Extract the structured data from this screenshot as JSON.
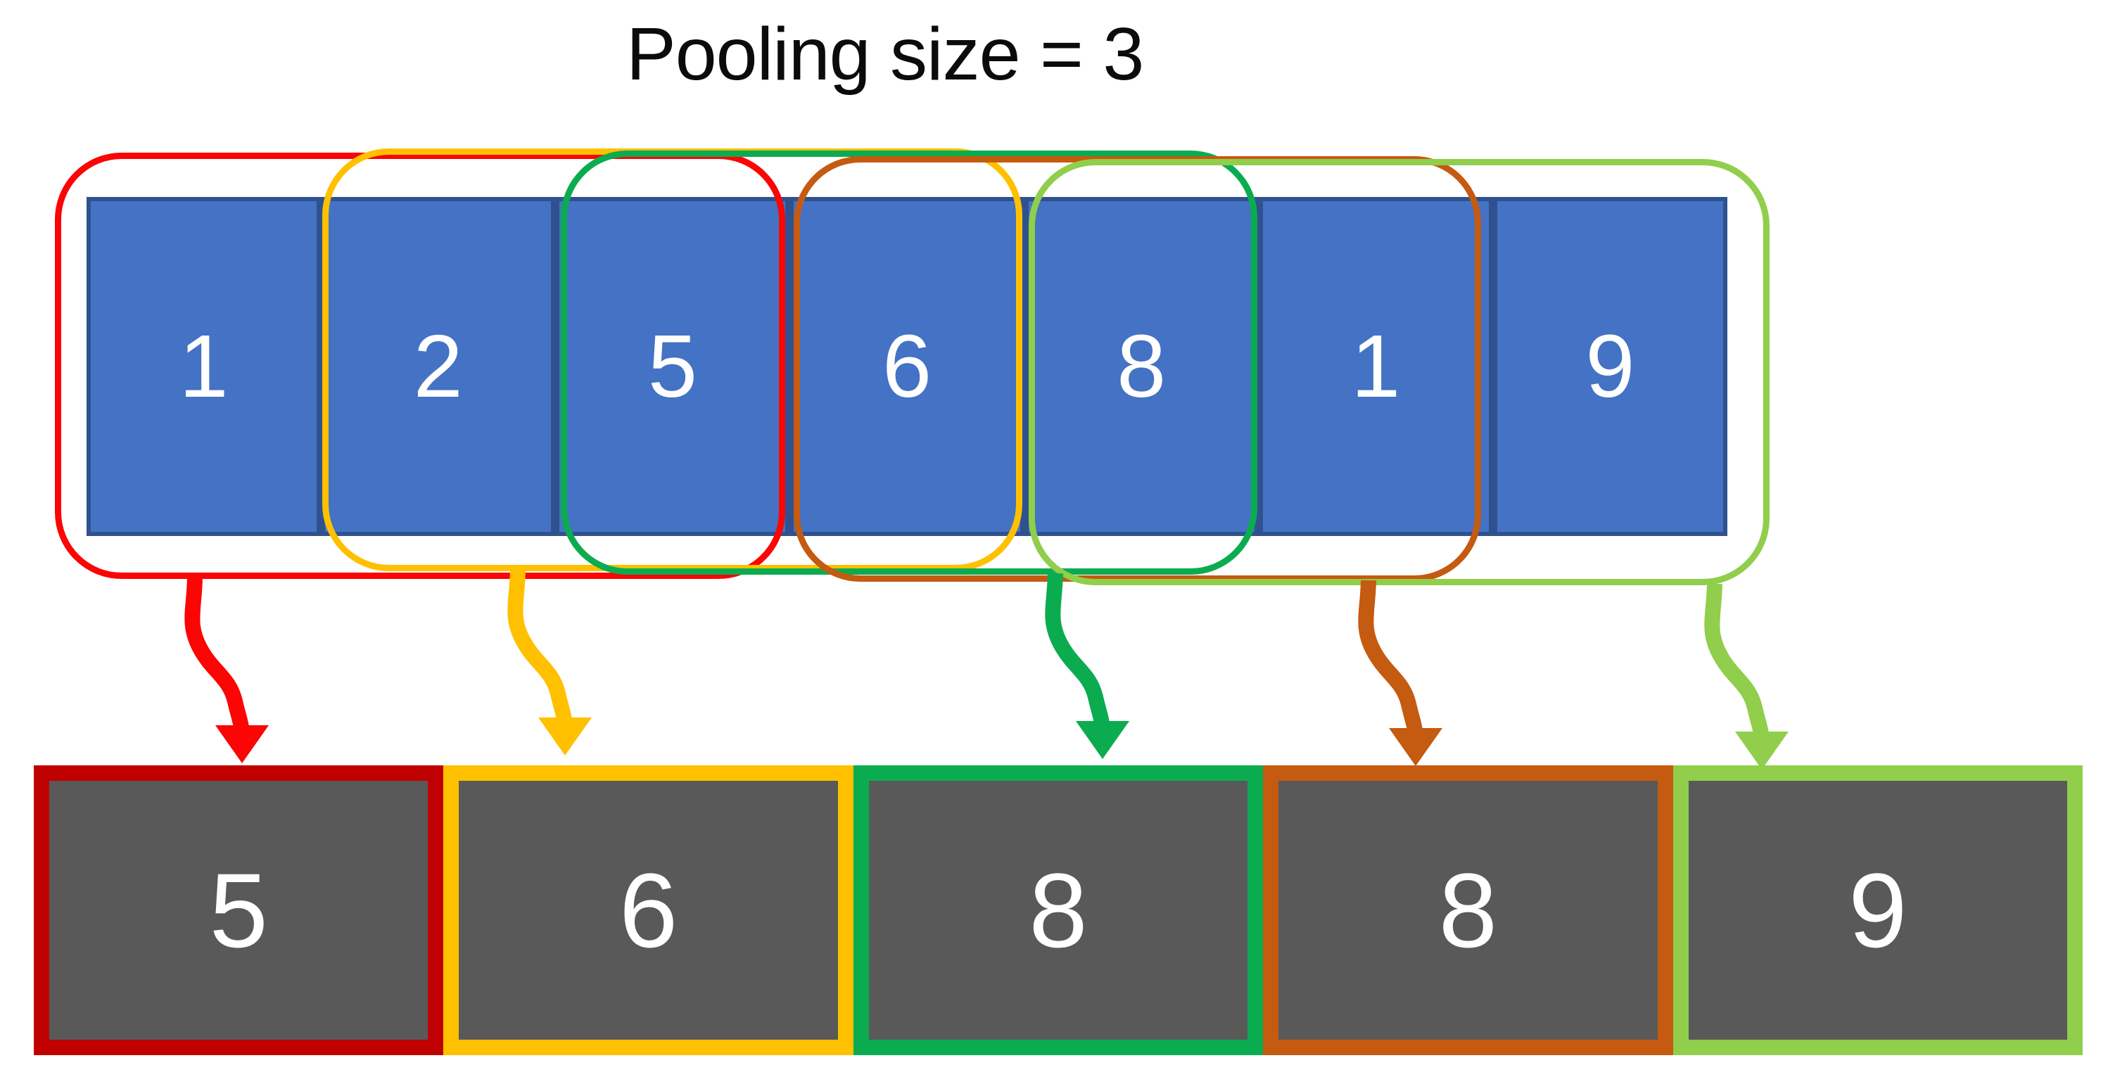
{
  "title": "Pooling size = 3",
  "colors": {
    "title_text": "#0b0b0b",
    "input_fill": "#4472C4",
    "input_border": "#2F528F",
    "cell_text": "#FFFFFF",
    "output_fill": "#595959"
  },
  "input_row": {
    "values": [
      "1",
      "2",
      "5",
      "6",
      "8",
      "1",
      "9"
    ]
  },
  "pooling_windows": [
    {
      "color": "#FB0505"
    },
    {
      "color": "#FFC000"
    },
    {
      "color": "#0BAC50"
    },
    {
      "color": "#C55A11"
    },
    {
      "color": "#90CE4B"
    }
  ],
  "arrows": [
    {
      "color": "#FB0505"
    },
    {
      "color": "#FFC000"
    },
    {
      "color": "#0BAC50"
    },
    {
      "color": "#C55A11"
    },
    {
      "color": "#90CE4B"
    }
  ],
  "output_row": {
    "values": [
      "5",
      "6",
      "8",
      "8",
      "9"
    ],
    "border_colors": [
      "#C00000",
      "#FFC000",
      "#0BAC50",
      "#C55A11",
      "#90CE4B"
    ]
  }
}
